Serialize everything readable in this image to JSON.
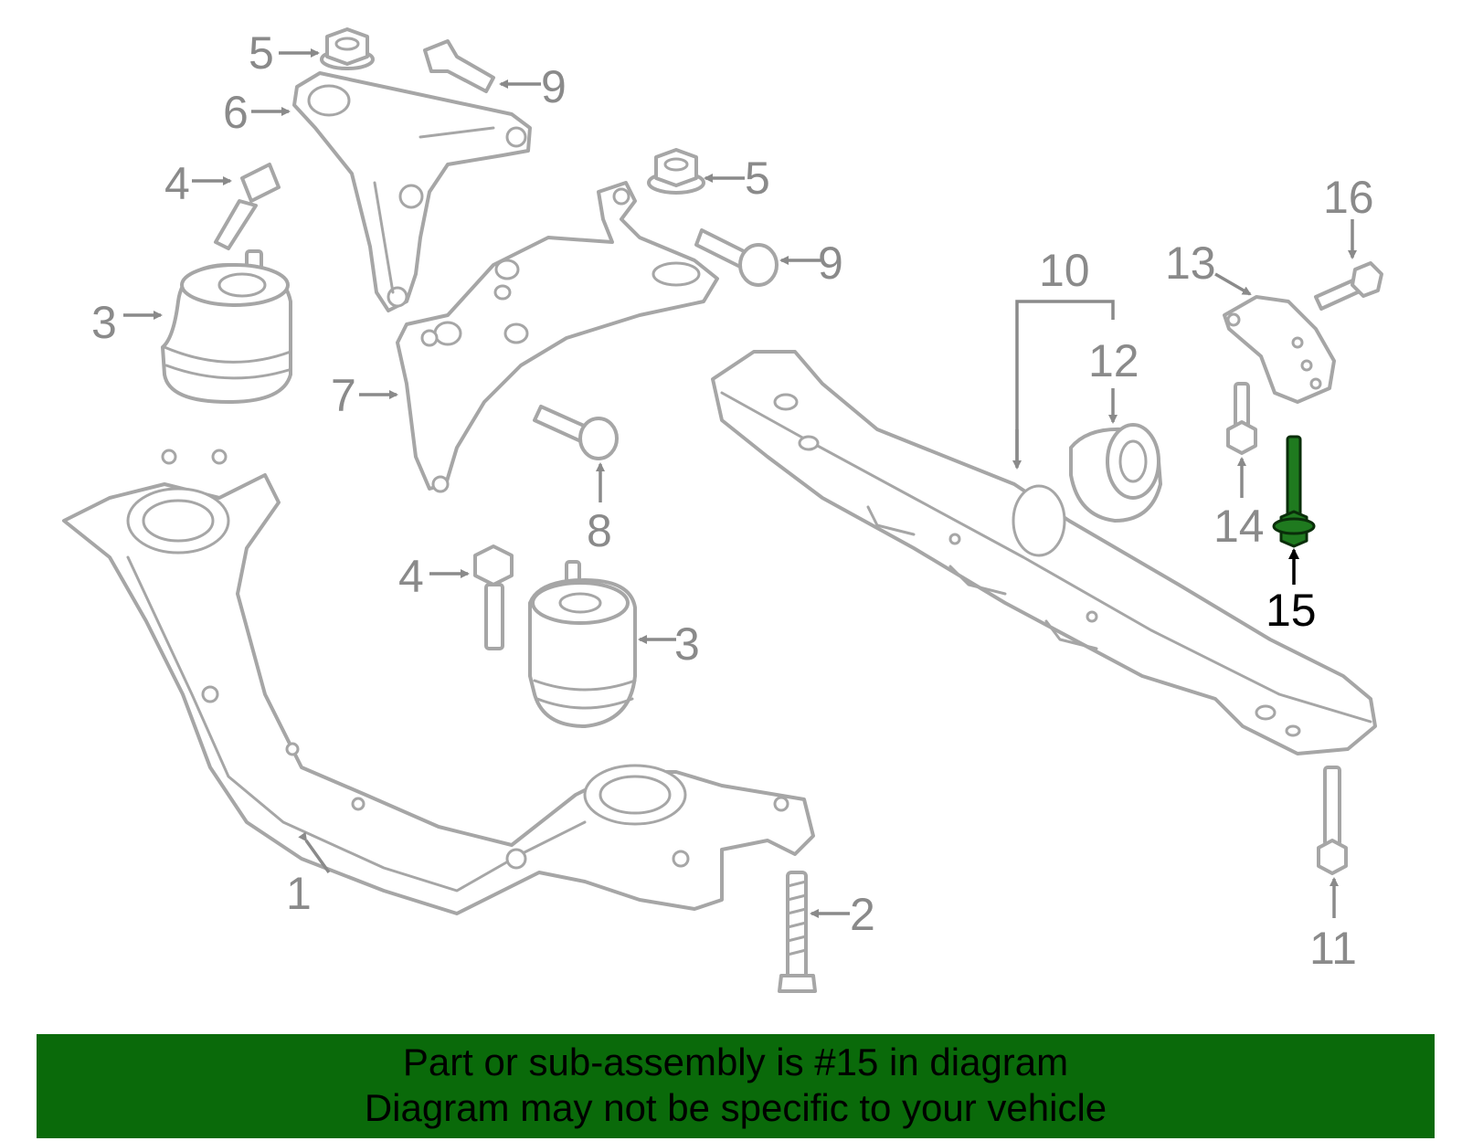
{
  "diagram": {
    "highlighted_part": "15",
    "highlight_color": "#1f7a1f",
    "callouts": [
      "1",
      "2",
      "3",
      "3",
      "4",
      "4",
      "5",
      "5",
      "6",
      "7",
      "8",
      "9",
      "9",
      "10",
      "11",
      "12",
      "13",
      "14",
      "15",
      "16"
    ]
  },
  "banner": {
    "line1": "Part or sub-assembly is #15 in diagram",
    "line2": "Diagram may not be specific to your vehicle",
    "background": "#0a6a0a"
  }
}
